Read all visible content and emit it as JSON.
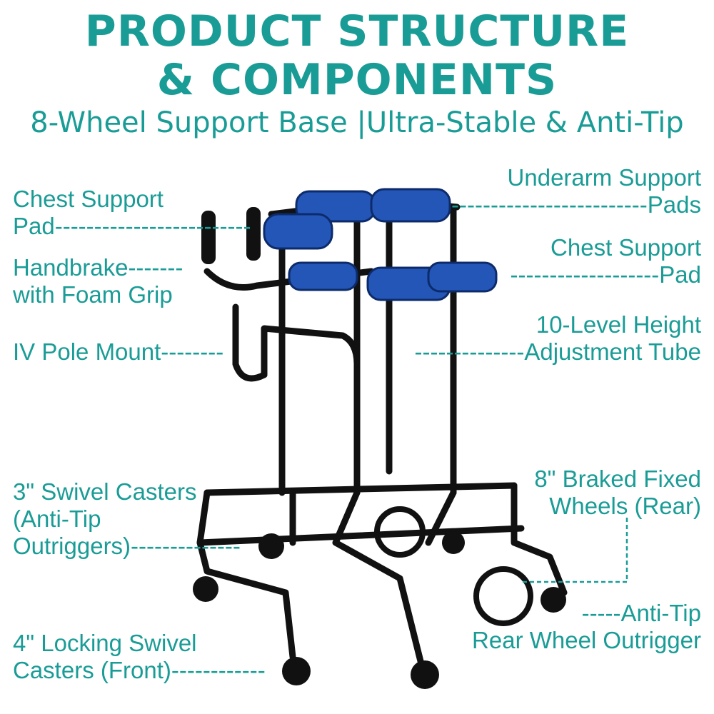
{
  "header": {
    "title_line1": "PRODUCT STRUCTURE",
    "title_line2": "& COMPONENTS",
    "subtitle": "8-Wheel Support Base |Ultra-Stable & Anti-Tip"
  },
  "labels": {
    "chest_left_1": "Chest Support",
    "chest_left_2": "Pad-------------------------",
    "handbrake_1": "Handbrake-------",
    "handbrake_2": "with Foam Grip",
    "iv_pole": "IV Pole Mount--------",
    "swivel3_1": "3\" Swivel Casters",
    "swivel3_2": "(Anti-Tip",
    "swivel3_3": "Outriggers)--------------",
    "locking4_1": "4\" Locking Swivel",
    "locking4_2": "Casters (Front)------------",
    "underarm_1": "Underarm Support",
    "underarm_2": "-------------------------Pads",
    "chest_right_1": "Chest Support",
    "chest_right_2": "-------------------Pad",
    "height_1": "10-Level Height",
    "height_2": "--------------Adjustment Tube",
    "braked_1": "8\" Braked Fixed",
    "braked_2": "Wheels (Rear)",
    "antitip_1": "-----Anti-Tip",
    "antitip_2": "Rear Wheel Outrigger"
  },
  "colors": {
    "accent": "#1a9c96",
    "frame": "#111111",
    "pad": "#2456b8"
  }
}
